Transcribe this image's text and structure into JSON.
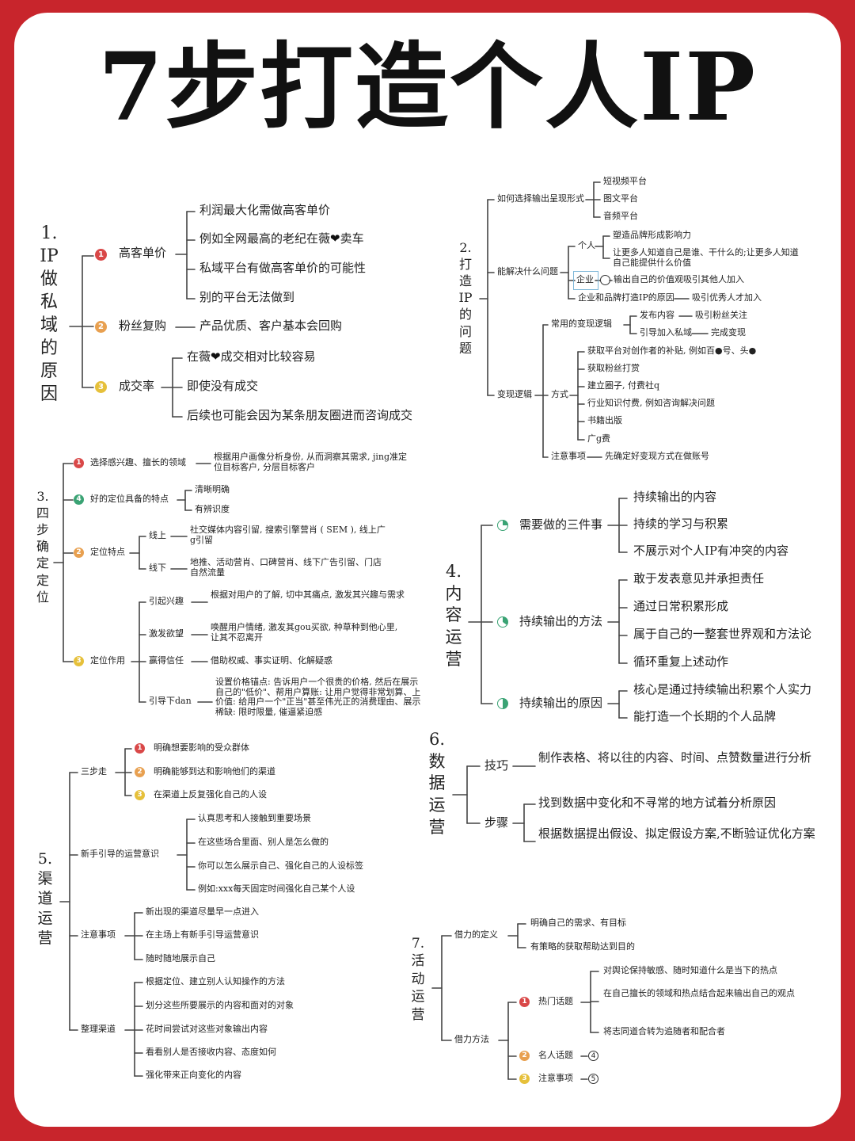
{
  "title": "7步打造个人IP",
  "colors": {
    "frame": "#c8252c",
    "num1": "#d94848",
    "num2": "#e8a050",
    "num3": "#e6c03a",
    "num4": "#3aa374"
  },
  "s1": {
    "label": "1.\nIP\n做\n私\n域\n的\n原\n因",
    "n1": "1",
    "n2": "2",
    "n3": "3",
    "b1": "高客单价",
    "b1_items": [
      "利润最大化需做高客单价",
      "例如全网最高的老纪在薇",
      "卖车",
      "私域平台有做高客单价的可能性",
      "别的平台无法做到"
    ],
    "b2": "粉丝复购",
    "b2_item": "产品优质、客户基本会回购",
    "b3": "成交率",
    "b3_items": [
      "在薇",
      "成交相对比较容易",
      "即使没有成交",
      "后续也可能会因为某条朋友圈进而咨询成交"
    ],
    "heart": "❤"
  },
  "s2": {
    "label": "2.\n打\n造\nIP\n的\n问\n题",
    "a": "如何选择输出呈现形式",
    "a_items": [
      "短视频平台",
      "图文平台",
      "音频平台"
    ],
    "b": "能解决什么问题",
    "b_person": "个人",
    "b_person_items": [
      "塑造品牌形成影响力",
      "让更多人知道自己是谁、干什么的;让更多人知道自己能提供什么价值"
    ],
    "b_company": "企业",
    "b_company_item": "输出自己的价值观吸引其他人加入",
    "b_brand": "企业和品牌打造IP的原因",
    "b_brand_item": "吸引优秀人才加入",
    "c": "变现逻辑",
    "c1": "常用的变现逻辑",
    "c1_items": [
      "发布内容",
      "吸引粉丝关注",
      "引导加入私域",
      "完成变现"
    ],
    "c2": "方式",
    "c2_items": [
      "获取平台对创作者的补贴, 例如百●号、头●",
      "获取粉丝打赏",
      "建立圈子, 付费社q",
      "行业知识付费, 例如咨询解决问题",
      "书籍出版",
      "广g费"
    ],
    "c3": "注意事项",
    "c3_item": "先确定好变现方式在做账号"
  },
  "s3": {
    "label": "3.\n四\n步\n确\n定\n定\n位",
    "n1": "1",
    "n4": "4",
    "n2": "2",
    "n3": "3",
    "a": "选择感兴趣、擅长的领域",
    "a_item": "根据用户画像分析身份, 从而洞察其需求, jing准定位目标客户, 分层目标客户",
    "b": "好的定位具备的特点",
    "b_items": [
      "清晰明确",
      "有辨识度"
    ],
    "c": "定位特点",
    "c_on": "线上",
    "c_on_item": "社交媒体内容引留, 搜索引擎营肖 ( SEM ), 线上广g引留",
    "c_off": "线下",
    "c_off_item": "地推、活动营肖、口碑营肖、线下广告引留、门店自然流量",
    "d": "定位作用",
    "d1": "引起兴趣",
    "d1_item": "根据对用户的了解, 切中其痛点, 激发其兴趣与需求",
    "d2": "激发欲望",
    "d2_item": "唤醒用户情绪, 激发其gou买欲, 种草种到他心里, 让其不忍离开",
    "d3": "赢得信任",
    "d3_item": "借助权威、事实证明、化解疑惑",
    "d4": "引导下dan",
    "d4_item": "设置价格锚点: 告诉用户一个很贵的价格, 然后在展示自己的\"低价\"、帮用户算账: 让用户觉得非常划算、上价值: 给用户一个\"正当\"甚至伟光正的消费理由、展示稀缺: 限时限量, 催逼紧迫感"
  },
  "s4": {
    "label": "4.\n内\n容\n运\n营",
    "a": "需要做的三件事",
    "a_items": [
      "持续输出的内容",
      "持续的学习与积累",
      "不展示对个人IP有冲突的内容"
    ],
    "b": "持续输出的方法",
    "b_items": [
      "敢于发表意见并承担责任",
      "通过日常积累形成",
      "属于自己的一整套世界观和方法论",
      "循环重复上述动作"
    ],
    "c": "持续输出的原因",
    "c_items": [
      "核心是通过持续输出积累个人实力",
      "能打造一个长期的个人品牌"
    ]
  },
  "s5": {
    "label": "5.\n渠\n道\n运\n营",
    "n1": "1",
    "n2": "2",
    "n3": "3",
    "a": "三步走",
    "a_items": [
      "明确想要影响的受众群体",
      "明确能够到达和影响他们的渠道",
      "在渠道上反复强化自己的人设"
    ],
    "b": "新手引导的运营意识",
    "b_items": [
      "认真思考和人接触到重要场景",
      "在这些场合里面、别人是怎么做的",
      "你可以怎么展示自己、强化自己的人设标签",
      "例如:xxx每天固定时间强化自己某个人设"
    ],
    "c": "注意事项",
    "c_items": [
      "新出现的渠道尽量早一点进入",
      "在主场上有新手引导运营意识",
      "随时随地展示自己"
    ],
    "d": "整理渠道",
    "d_items": [
      "根据定位、建立别人认知操作的方法",
      "划分这些所要展示的内容和面对的对象",
      "花时间尝试对这些对象输出内容",
      "看看别人是否接收内容、态度如何",
      "强化带来正向变化的内容"
    ]
  },
  "s6": {
    "label": "6.\n数\n据\n运\n营",
    "a": "技巧",
    "a_item": "制作表格、将以往的内容、时间、点赞数量进行分析",
    "b": "步骤",
    "b_items": [
      "找到数据中变化和不寻常的地方试着分析原因",
      "根据数据提出假设、拟定假设方案,不断验证优化方案"
    ]
  },
  "s7": {
    "label": "7.\n活\n动\n运\n营",
    "n1": "1",
    "n2": "2",
    "n3": "3",
    "a": "借力的定义",
    "a_items": [
      "明确自己的需求、有目标",
      "有策略的获取帮助达到目的"
    ],
    "b": "借力方法",
    "b1": "热门话题",
    "b1_items": [
      "对舆论保持敏感、随时知道什么是当下的热点",
      "在自己擅长的领域和热点结合起来输出自己的观点",
      "将志同道合转为追随者和配合者"
    ],
    "b2": "名人话题",
    "b2_ref": "4",
    "b3": "注意事项",
    "b3_ref": "5"
  }
}
